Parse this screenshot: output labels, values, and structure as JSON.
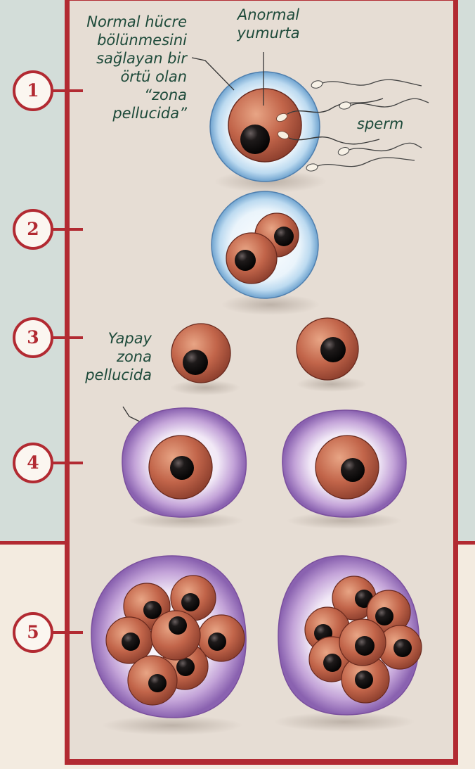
{
  "steps": [
    "1",
    "2",
    "3",
    "4",
    "5"
  ],
  "labels": {
    "zona": [
      "Normal hücre",
      "bölünmesini",
      "sağlayan bir",
      "örtü olan",
      "“zona",
      "pellucida”"
    ],
    "egg": [
      "Anormal",
      "yumurta"
    ],
    "sperm": "sperm",
    "artificial": [
      "Yapay",
      "zona",
      "pellucida"
    ]
  },
  "colors": {
    "frame": "#b22a32",
    "label_text": "#1d4a3a",
    "zona_pellucida": "#a8cde8",
    "artificial_zona": "#a883c4",
    "cell": "#c2654a",
    "nucleus": "#141010"
  }
}
